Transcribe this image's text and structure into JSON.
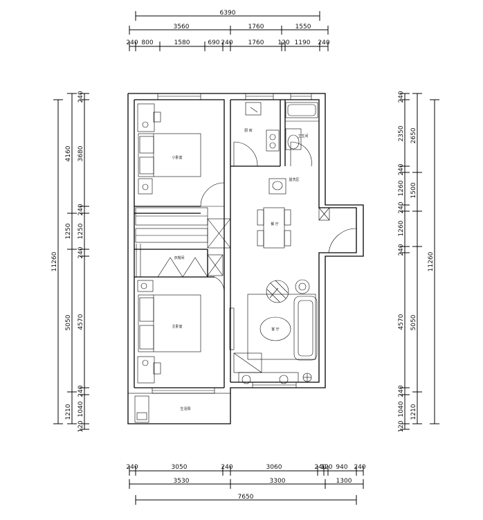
{
  "top_dims": {
    "overall": "6390",
    "row2": [
      "3560",
      "1760",
      "1550"
    ],
    "row3": [
      "240",
      "800",
      "1580",
      "690",
      "240",
      "1760",
      "120",
      "1190",
      "240"
    ]
  },
  "bottom_dims": {
    "row1": [
      "240",
      "3050",
      "240",
      "3060",
      "240",
      "120",
      "940",
      "240"
    ],
    "row2": [
      "3530",
      "3300",
      "1300"
    ],
    "overall": "7650"
  },
  "left_dims": {
    "overall": "11260",
    "outer": [
      "4160",
      "1250",
      "5050",
      "1210"
    ],
    "inner": [
      "240",
      "3680",
      "240",
      "1250",
      "240",
      "4570",
      "240",
      "1040",
      "120"
    ]
  },
  "right_dims": {
    "overall": "11260",
    "outer": [
      "2650",
      "1500",
      "5050",
      "1210"
    ],
    "inner": [
      "240",
      "2350",
      "240",
      "1260",
      "240",
      "1260",
      "240",
      "4570",
      "240",
      "1040",
      "120"
    ]
  },
  "rooms": {
    "bedroom2": "小卧室",
    "kitchen": "厨 房",
    "bathroom": "卫生间",
    "wash": "盥洗区",
    "dining": "餐 厅",
    "closet": "衣帽间",
    "master": "主卧室",
    "living": "客 厅",
    "balcony": "生活阳"
  }
}
